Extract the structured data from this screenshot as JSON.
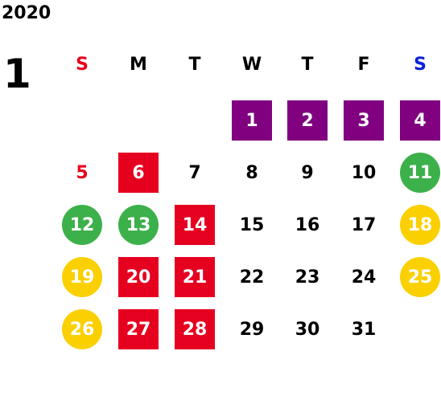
{
  "calendar": {
    "year": "2020",
    "month": "1",
    "weekdays": [
      "S",
      "M",
      "T",
      "W",
      "T",
      "F",
      "S"
    ],
    "weekday_colors": [
      "#e8001c",
      "#000000",
      "#000000",
      "#000000",
      "#000000",
      "#000000",
      "#0a22d6"
    ],
    "first_weekday_index": 3,
    "days_in_month": 31,
    "colors": {
      "purple": "#800080",
      "red": "#e60020",
      "green": "#3cb04a",
      "yellow": "#fbd000",
      "sunday_text": "#e8001c",
      "default_text": "#000000",
      "marked_text": "#ffffff"
    },
    "day_styles": {
      "1": {
        "bg": "purple",
        "shape": "square"
      },
      "2": {
        "bg": "purple",
        "shape": "square"
      },
      "3": {
        "bg": "purple",
        "shape": "square"
      },
      "4": {
        "bg": "purple",
        "shape": "square"
      },
      "5": {
        "text": "sunday_text"
      },
      "6": {
        "bg": "red",
        "shape": "square"
      },
      "11": {
        "bg": "green",
        "shape": "circle"
      },
      "12": {
        "bg": "green",
        "shape": "circle"
      },
      "13": {
        "bg": "green",
        "shape": "circle"
      },
      "14": {
        "bg": "red",
        "shape": "square"
      },
      "18": {
        "bg": "yellow",
        "shape": "circle"
      },
      "19": {
        "bg": "yellow",
        "shape": "circle"
      },
      "20": {
        "bg": "red",
        "shape": "square"
      },
      "21": {
        "bg": "red",
        "shape": "square"
      },
      "25": {
        "bg": "yellow",
        "shape": "circle"
      },
      "26": {
        "bg": "yellow",
        "shape": "circle"
      },
      "27": {
        "bg": "red",
        "shape": "square"
      },
      "28": {
        "bg": "red",
        "shape": "square"
      }
    }
  }
}
